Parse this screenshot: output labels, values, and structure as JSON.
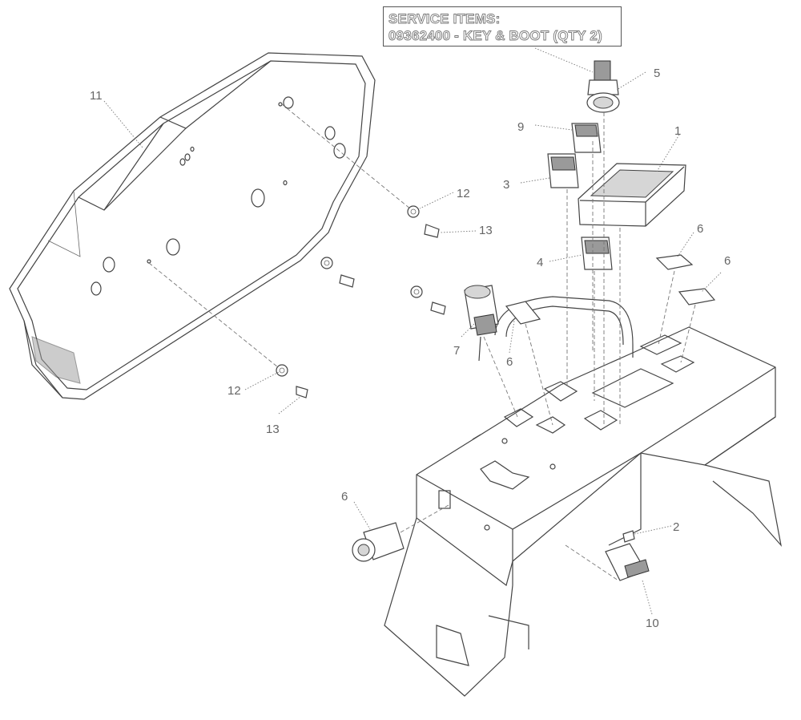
{
  "service_note": {
    "line1": "SERVICE ITEMS:",
    "line2": "09362400 - KEY & BOOT (QTY 2)"
  },
  "callouts": [
    {
      "id": "c1",
      "label": "1"
    },
    {
      "id": "c2",
      "label": "2"
    },
    {
      "id": "c3",
      "label": "3"
    },
    {
      "id": "c4",
      "label": "4"
    },
    {
      "id": "c5",
      "label": "5"
    },
    {
      "id": "c6a",
      "label": "6"
    },
    {
      "id": "c6b",
      "label": "6"
    },
    {
      "id": "c6c",
      "label": "6"
    },
    {
      "id": "c6d",
      "label": "6"
    },
    {
      "id": "c7",
      "label": "7"
    },
    {
      "id": "c9",
      "label": "9"
    },
    {
      "id": "c10",
      "label": "10"
    },
    {
      "id": "c11",
      "label": "11"
    },
    {
      "id": "c12a",
      "label": "12"
    },
    {
      "id": "c12b",
      "label": "12"
    },
    {
      "id": "c13a",
      "label": "13"
    },
    {
      "id": "c13b",
      "label": "13"
    }
  ]
}
